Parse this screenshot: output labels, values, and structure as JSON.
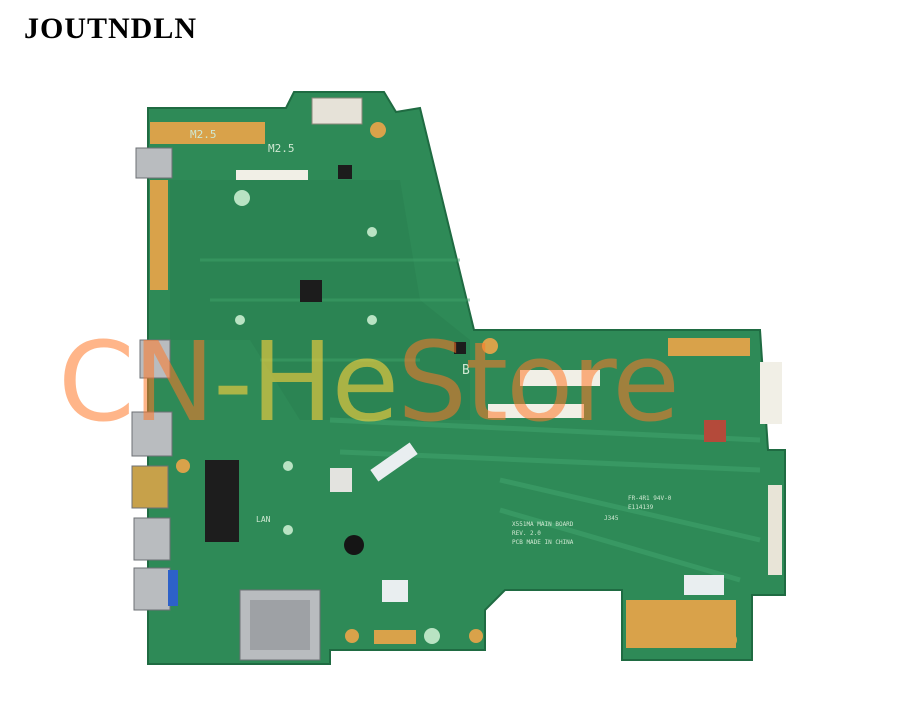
{
  "brand": "JOUTNDLN",
  "watermark": {
    "part1": "CN",
    "part2": "-He",
    "part3": "Store"
  },
  "board": {
    "labels": [
      "M2.5",
      "M2.5",
      "B",
      "LAN"
    ],
    "silkscreen": [
      "X551MA MAIN BOARD",
      "REV. 2.0",
      "PCB MADE IN  CHINA"
    ],
    "ul_mark": [
      "FR-4R1 94V-0",
      "E114139",
      "J345"
    ]
  },
  "colors": {
    "pcb": "#2e8a57",
    "pcb_dark": "#1f6b42",
    "trace": "#3fa26a",
    "gold": "#d9a24a",
    "metal": "#b9bcbf"
  }
}
